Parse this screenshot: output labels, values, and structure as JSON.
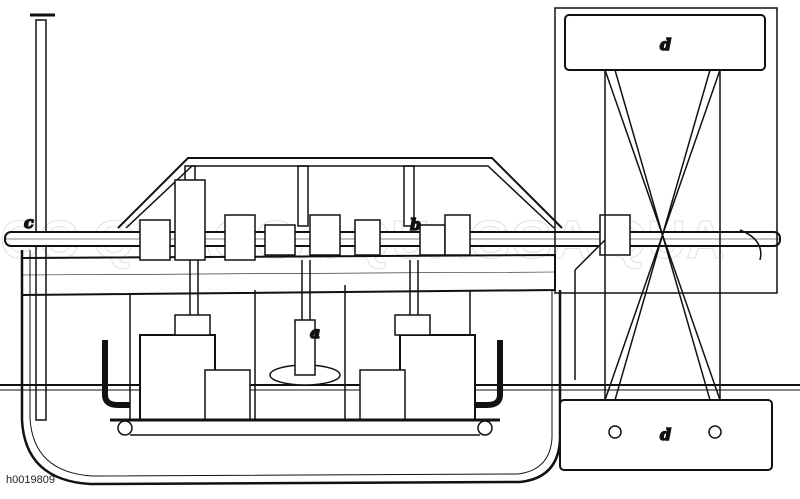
{
  "image_id_caption": "h0019809",
  "labels": {
    "c": "c",
    "b": "b",
    "a": "a",
    "d_top": "d",
    "d_bottom": "d"
  },
  "watermark": "QUAGGA",
  "colors": {
    "ink": "#111111",
    "paper": "#ffffff"
  }
}
